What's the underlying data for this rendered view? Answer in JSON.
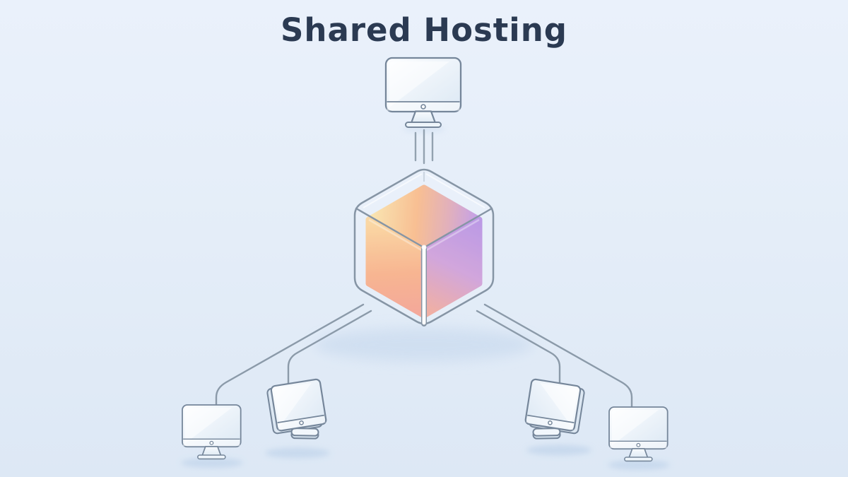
{
  "title": "Shared Hosting",
  "colors": {
    "background_top": "#eaf1fb",
    "background_bottom": "#dde8f5",
    "title_text": "#2b3a52",
    "monitor_outline": "#75869a",
    "connector_line": "#8b9aa9",
    "cube_outline": "#8695a5",
    "glass_fill": "rgba(255,255,255,0.15)",
    "shadow": "#c3d6ec",
    "cube_top_gradient": [
      "#f8e0a4",
      "#f7b480",
      "#dda3b0",
      "#ba90e5"
    ],
    "cube_left_gradient": [
      "#f9d094",
      "#f6a87e",
      "#f2998a"
    ],
    "cube_right_gradient": [
      "#b189e1",
      "#ca97d6",
      "#eea294"
    ]
  },
  "diagram": {
    "server_node": {
      "name": "shared-hosting-server",
      "icon": "glass-cube-icon",
      "position": "center"
    },
    "host_node": {
      "name": "host-computer",
      "icon": "desktop-monitor-icon",
      "view": "front",
      "position": "top-center"
    },
    "uplink": {
      "from": "host-computer",
      "to": "shared-hosting-server",
      "style": "three-parallel-vertical-lines"
    },
    "client_nodes": [
      {
        "name": "client-1",
        "icon": "desktop-monitor-icon",
        "view": "front",
        "position": "bottom-far-left"
      },
      {
        "name": "client-2",
        "icon": "desktop-monitor-icon",
        "view": "tilted-right",
        "position": "bottom-left"
      },
      {
        "name": "client-3",
        "icon": "desktop-monitor-icon",
        "view": "tilted-left",
        "position": "bottom-right"
      },
      {
        "name": "client-4",
        "icon": "desktop-monitor-icon",
        "view": "front",
        "position": "bottom-far-right"
      }
    ],
    "connections": [
      {
        "from": "shared-hosting-server",
        "to": "client-1",
        "style": "elbow-curve"
      },
      {
        "from": "shared-hosting-server",
        "to": "client-2",
        "style": "elbow-curve"
      },
      {
        "from": "shared-hosting-server",
        "to": "client-3",
        "style": "elbow-curve"
      },
      {
        "from": "shared-hosting-server",
        "to": "client-4",
        "style": "elbow-curve"
      }
    ]
  }
}
